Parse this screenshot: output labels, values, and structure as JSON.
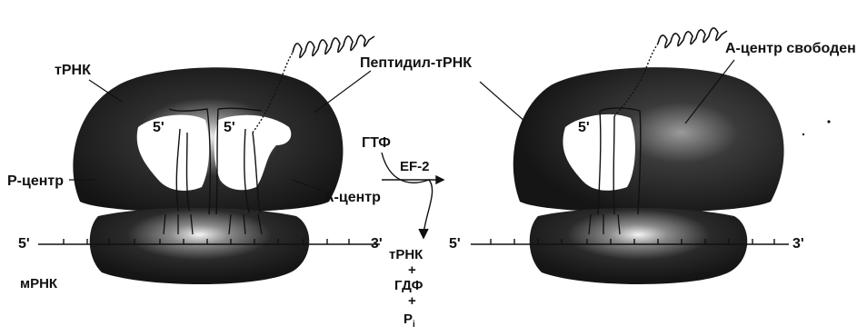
{
  "labels": {
    "trna": "тРНК",
    "peptidyl_trna": "Пептидил-тРНК",
    "p_site": "Р-центр",
    "a_site": "А-центр",
    "mrna": "мРНК",
    "five_prime": "5'",
    "three_prime": "3'",
    "gtp": "ГТФ",
    "ef2": "EF-2",
    "a_site_free": "А-центр свободен"
  },
  "products": {
    "trna": "тРНК",
    "plus": "+",
    "gdp": "ГДФ",
    "pi_letter": "P",
    "pi_subscript": "i"
  },
  "colors": {
    "ink": "#111111",
    "ribosome_dark": "#1a1a1a",
    "ribosome_mid": "#4a4a4a",
    "ribosome_light": "#f4f4f4",
    "cavity": "#ffffff"
  }
}
